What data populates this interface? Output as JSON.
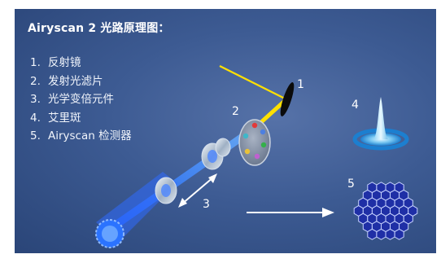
{
  "title": "Airyscan 2 光路原理图：",
  "legend": [
    {
      "num": "1.",
      "label": "反射镜"
    },
    {
      "num": "2.",
      "label": "发射光滤片"
    },
    {
      "num": "3.",
      "label": "光学变倍元件"
    },
    {
      "num": "4.",
      "label": "艾里斑"
    },
    {
      "num": "5.",
      "label": "Airyscan 检测器"
    }
  ],
  "callouts": [
    "1",
    "2",
    "3",
    "4",
    "5"
  ],
  "colors": {
    "background": "#3d5b93",
    "beam": "#2f7cff",
    "laser": "#ffe000",
    "detector_cell": "#1f2fa6",
    "airy_disk": "#9fd6f5"
  },
  "filter_wheel_colors": [
    "#e23a3a",
    "#4d7fe0",
    "#35b04a",
    "#c060d0",
    "#e8c23a",
    "#3fb7c9"
  ]
}
